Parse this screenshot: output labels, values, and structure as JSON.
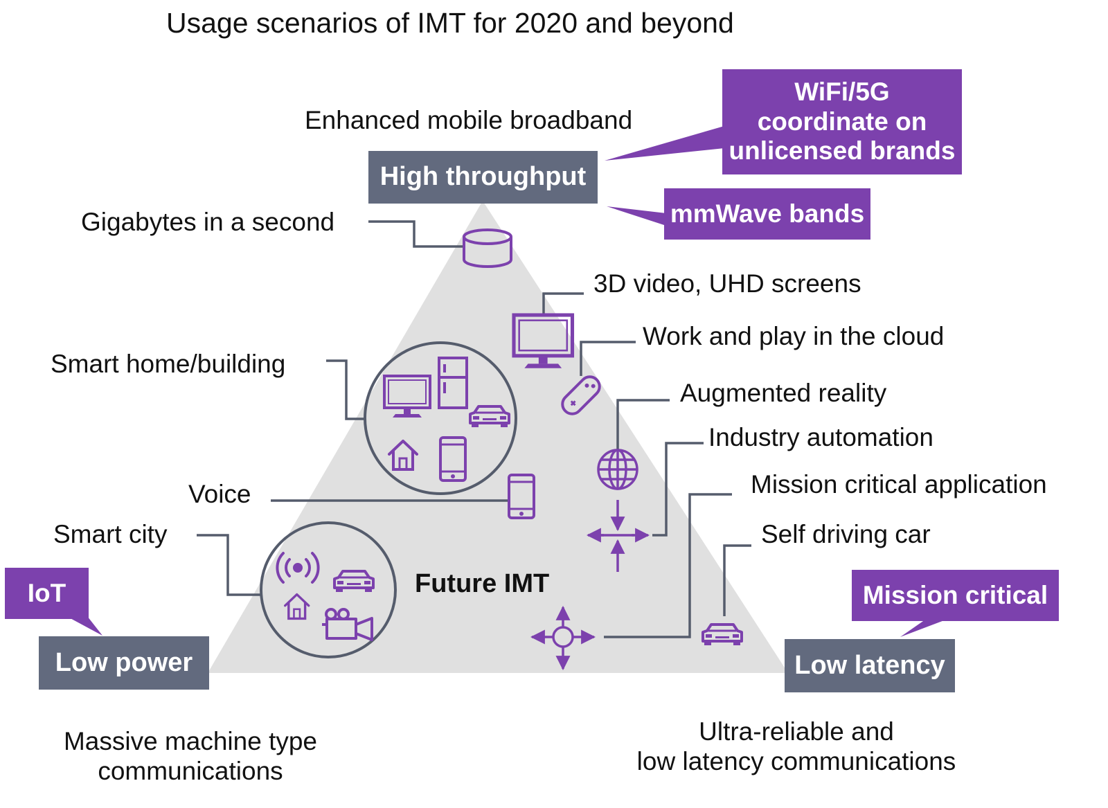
{
  "title": "Usage scenarios of IMT for 2020 and beyond",
  "colors": {
    "accent": "#7c41ad",
    "corner_box": "#626a7e",
    "triangle": "#e0e0e0",
    "lines": "#555c6c"
  },
  "corners": {
    "top": {
      "box": "High throughput",
      "caption": "Enhanced mobile broadband"
    },
    "left": {
      "box": "Low power",
      "caption_lines": [
        "Massive machine type",
        "communications"
      ]
    },
    "right": {
      "box": "Low latency",
      "caption_lines": [
        "Ultra-reliable and",
        "low latency communications"
      ]
    }
  },
  "callouts": {
    "wifi": [
      "WiFi/5G",
      "coordinate on",
      "unlicensed brands"
    ],
    "mmwave": "mmWave bands",
    "iot": "IoT",
    "mission": "Mission critical"
  },
  "center_label": "Future IMT",
  "labels": {
    "gigabytes": "Gigabytes in a second",
    "video": "3D video, UHD screens",
    "cloud": "Work and play in the cloud",
    "smart_home": "Smart home/building",
    "ar": "Augmented reality",
    "industry": "Industry automation",
    "voice": "Voice",
    "mission_app": "Mission critical application",
    "smart_city": "Smart city",
    "self_driving": "Self driving car"
  },
  "icons": [
    "database-icon",
    "monitor-icon",
    "gamepad-icon",
    "globe-icon",
    "smartphone-icon",
    "tv-icon",
    "fridge-icon",
    "car-icon",
    "house-icon",
    "broadcast-icon",
    "video-camera-icon",
    "move-arrows-icon",
    "crosshair-arrows-icon"
  ]
}
